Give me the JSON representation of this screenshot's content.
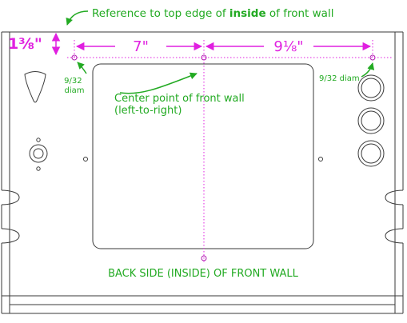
{
  "colors": {
    "outline": "#3a3a3a",
    "dimension": "#e020e0",
    "annotation": "#22aa22",
    "background": "#ffffff"
  },
  "annotations": {
    "top_reference": "Reference to top edge of",
    "top_reference_bold": "inside",
    "top_reference_tail": "of front wall",
    "center_line1": "Center point of front wall",
    "center_line2": "(left-to-right)",
    "bottom_label": "BACK SIDE (INSIDE) OF FRONT WALL",
    "left_hole_size_1": "9/32",
    "left_hole_size_2": "diam",
    "right_hole_size": "9/32 diam"
  },
  "dimensions": {
    "vertical": "1⅜\"",
    "left_span": "7\"",
    "right_span": "9⅛\""
  },
  "icons": {
    "triangle_cutout": "triangle-cutout-icon",
    "round_jack": "round-jack-icon",
    "arrow": "curved-arrow-icon"
  }
}
